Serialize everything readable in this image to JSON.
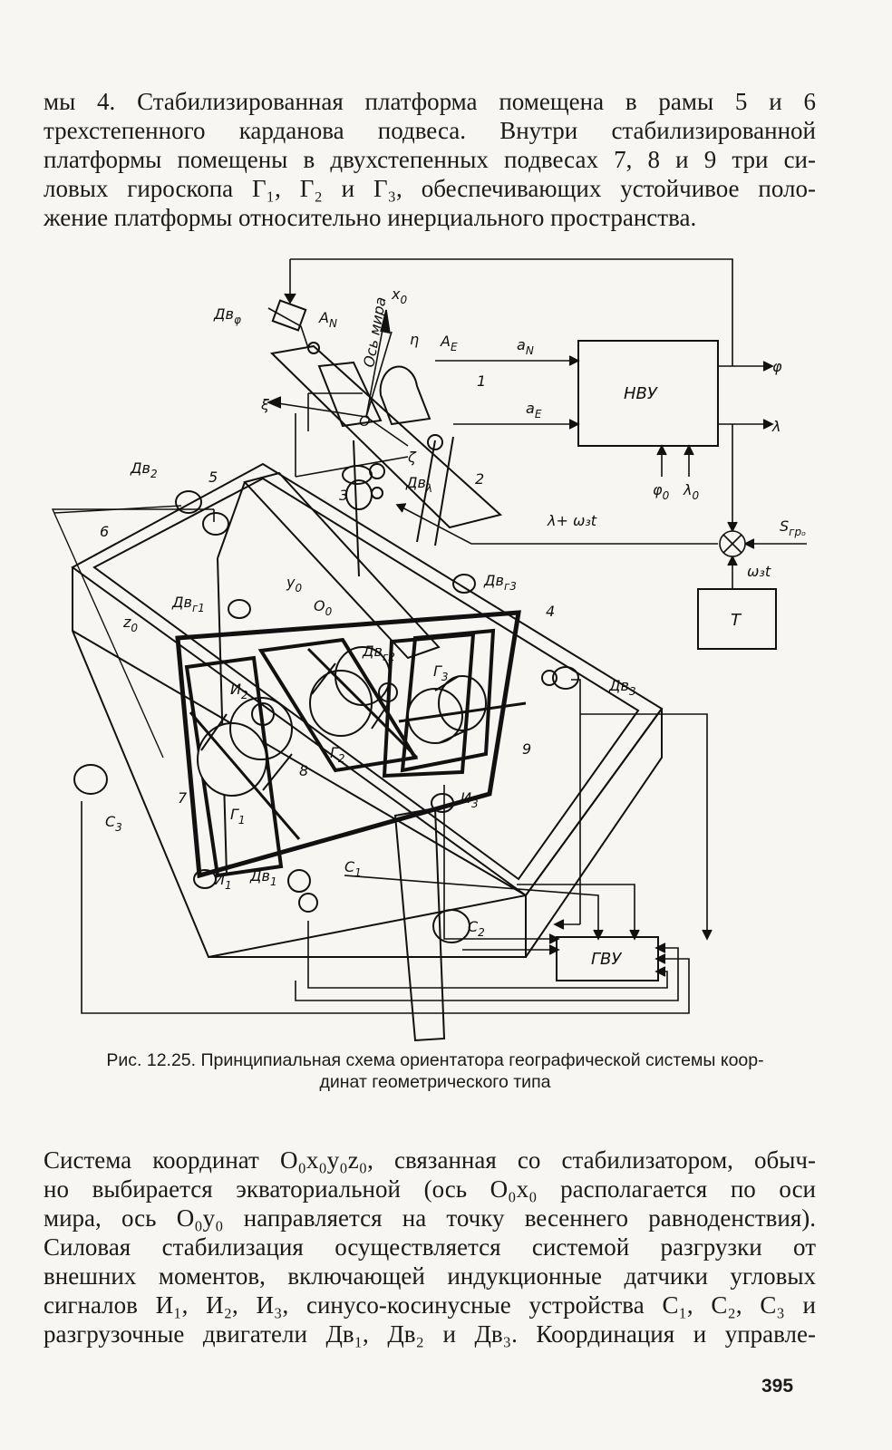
{
  "page": {
    "paragraph_top": [
      "мы 4. Стабилизированная платформа помещена в рамы 5 и 6",
      "трехстепенного карданова подвеса. Внутри стабилизированной",
      "платформы помещены в двухстепенных подвесах 7, 8 и 9 три си-",
      "ловых гироскопа Г₁, Г₂ и Г₃, обеспечивающих устойчивое поло-",
      "жение платформы относительно инерциального пространства."
    ],
    "figure_caption": [
      "Рис. 12.25. Принципиальная схема ориентатора географической системы коор-",
      "динат геометрического типа"
    ],
    "paragraph_bottom": [
      "Система координат O₀x₀y₀z₀, связанная со стабилизатором, обыч-",
      "но выбирается экваториальной (ось O₀x₀ располагается по оси",
      "мира, ось O₀y₀ направляется на точку весеннего равноденствия).",
      "Силовая стабилизация осуществляется системой разгрузки от",
      "внешних моментов, включающей индукционные датчики угловых",
      "сигналов И₁, И₂, И₃, синусо-косинусные устройства С₁, С₂, С₃ и",
      "разгрузочные двигатели Дв₁, Дв₂ и Дв₃. Координация и управле-"
    ],
    "page_number": "395"
  },
  "figure": {
    "blocks": {
      "nvu": "НВУ",
      "gvu": "ГВУ",
      "t": "Т"
    },
    "labels": {
      "dv_phi": "Дв",
      "dv_phi_sub": "φ",
      "a_N": "A",
      "a_N_sub": "N",
      "os_mira": "Ось мира",
      "x0": "x",
      "x0_sub": "0",
      "eta": "η",
      "a_E": "A",
      "a_E_sub": "E",
      "xi": "ξ",
      "o": "O",
      "zeta": "ζ",
      "n1": "1",
      "n2": "2",
      "n3": "3",
      "n4": "4",
      "n5": "5",
      "n6": "6",
      "n7": "7",
      "n8": "8",
      "n9": "9",
      "dv_lambda": "Дв",
      "dv_lambda_sub": "λ",
      "sig_aN": "a",
      "sig_aN_sub": "N",
      "sig_aE": "a",
      "sig_aE_sub": "E",
      "out_phi": "φ",
      "out_lambda": "λ",
      "in_phi0": "φ",
      "in_phi0_sub": "0",
      "in_lambda0": "λ",
      "in_lambda0_sub": "0",
      "lambda_w3t": "λ+ ω₃t",
      "s_grp": "S",
      "s_grp_sub": "грₒ",
      "w3t": "ω₃t",
      "dv2": "Дв",
      "dv2_sub": "2",
      "y0": "y",
      "y0_sub": "0",
      "o0": "O",
      "o0_sub": "0",
      "z0": "z",
      "z0_sub": "0",
      "dv_g1": "Дв",
      "dv_g1_sub": "г1",
      "dv_g2": "Дв",
      "dv_g2_sub": "г2",
      "dv_g3": "Дв",
      "dv_g3_sub": "г3",
      "g1": "Г",
      "g1_sub": "1",
      "g2": "Г",
      "g2_sub": "2",
      "g3": "Г",
      "g3_sub": "3",
      "i1": "И",
      "i1_sub": "1",
      "i2": "И",
      "i2_sub": "2",
      "i3": "И",
      "i3_sub": "3",
      "dv3": "Дв",
      "dv3_sub": "3",
      "dv1": "Дв",
      "dv1_sub": "1",
      "c1": "C",
      "c1_sub": "1",
      "c2": "C",
      "c2_sub": "2",
      "c3": "C",
      "c3_sub": "3"
    }
  }
}
